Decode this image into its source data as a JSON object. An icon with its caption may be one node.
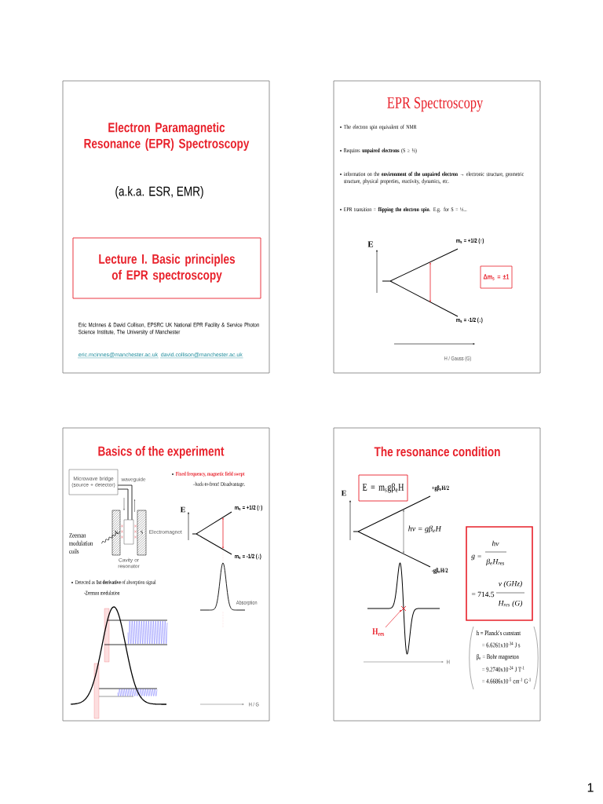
{
  "diagram": {
    "nodes": [
      {
        "text": [
          "Electron Paramagnetic Resonance (EPR) Spectroscopy",
          "(a.k.a. ESR, EMR)",
          "Eric McInnes & David Collison, EPSRC UK National EPR Facility & Service Photon Science Institute, The University of Manchester",
          "eric.mcinnes@manchester.ac.uk",
          "david.collison@manchester.ac.uk"
        ]
      },
      {
        "text": [
          "Lecture I. Basic principles of EPR spectroscopy"
        ],
        "in": 0
      },
      {
        "text": [
          "EPR Spectroscopy",
          "The electron spin equivalent of NMR",
          "Requires **unpaired electrons** (S ≥ ½)",
          "information on the **environment of the unpaired electron** → electronic structure, geometric structure, physical properties, reactivity, dynamics, etc.",
          "EPR transition = **flipping the electron spin**. E.g. for S = ½...",
          "E",
          "m$_{s}$ = +1/2 (↑)",
          "m$_{s}$ = -1/2 (↓)",
          "H / Gauss (G)"
        ]
      },
      {
        "text": [
          "Δm$_{s}$ = ±1"
        ],
        "in": 2
      },
      {
        "text": [
          "Basics of the experiment",
          "waveguide",
          "Fixed frequency, magnetic field swept",
          "–back-to-front! Disadvantage.",
          "E",
          "m$_{s}$ = +1/2 (↑)",
          "N",
          "S",
          "Electromagnet",
          "Cavity or resonator",
          "m$_{s}$ = -1/2 (↓)",
          "Absorption",
          "Detected as **1st derivative** of absorption signal",
          "-Zeeman modulation",
          "H / G"
        ]
      },
      {
        "text": [
          "Microwave bridge (source + detector)"
        ],
        "in": 4
      },
      {
        "text": [
          "Zeeman modulation coils"
        ],
        "in": 4
      },
      {
        "text": [
          "The resonance condition",
          "E",
          "+gβ$_{e}$H/2",
          "hν = gβ$_{e}$H",
          "-gβ$_{e}$H/2",
          "H",
          "h = Planck's constant",
          "= 6.6261x10$^{-34}$ J s",
          "β$_{e}$ = Bohr magneton",
          "= 9.2740x10$^{-24}$ J T$^{-1}$",
          "= 4.6686x10$^{-5}$ cm$^{-1}$ G$^{-1}$"
        ]
      },
      {
        "text": [
          "E = m$_{s}$gβ$_{e}$H"
        ],
        "in": 7
      },
      {
        "text": [
          "g =",
          "hν",
          "β$_{e}$H$_{res}$",
          "= 714.5",
          "ν (GHz)",
          "H$_{res}$ (G)"
        ],
        "in": 7
      },
      {
        "text": [
          "H$_{res}$"
        ],
        "in": 7
      },
      {
        "text": [],
        "shape": "coil",
        "in": 4
      }
    ],
    "edges": [
      {
        "from": 6,
        "to": 11,
        "arrow": "none"
      },
      {
        "from": 10,
        "to": null,
        "arrow": "to",
        "color": "#e8202a"
      }
    ],
    "labels": [
      "1"
    ]
  }
}
